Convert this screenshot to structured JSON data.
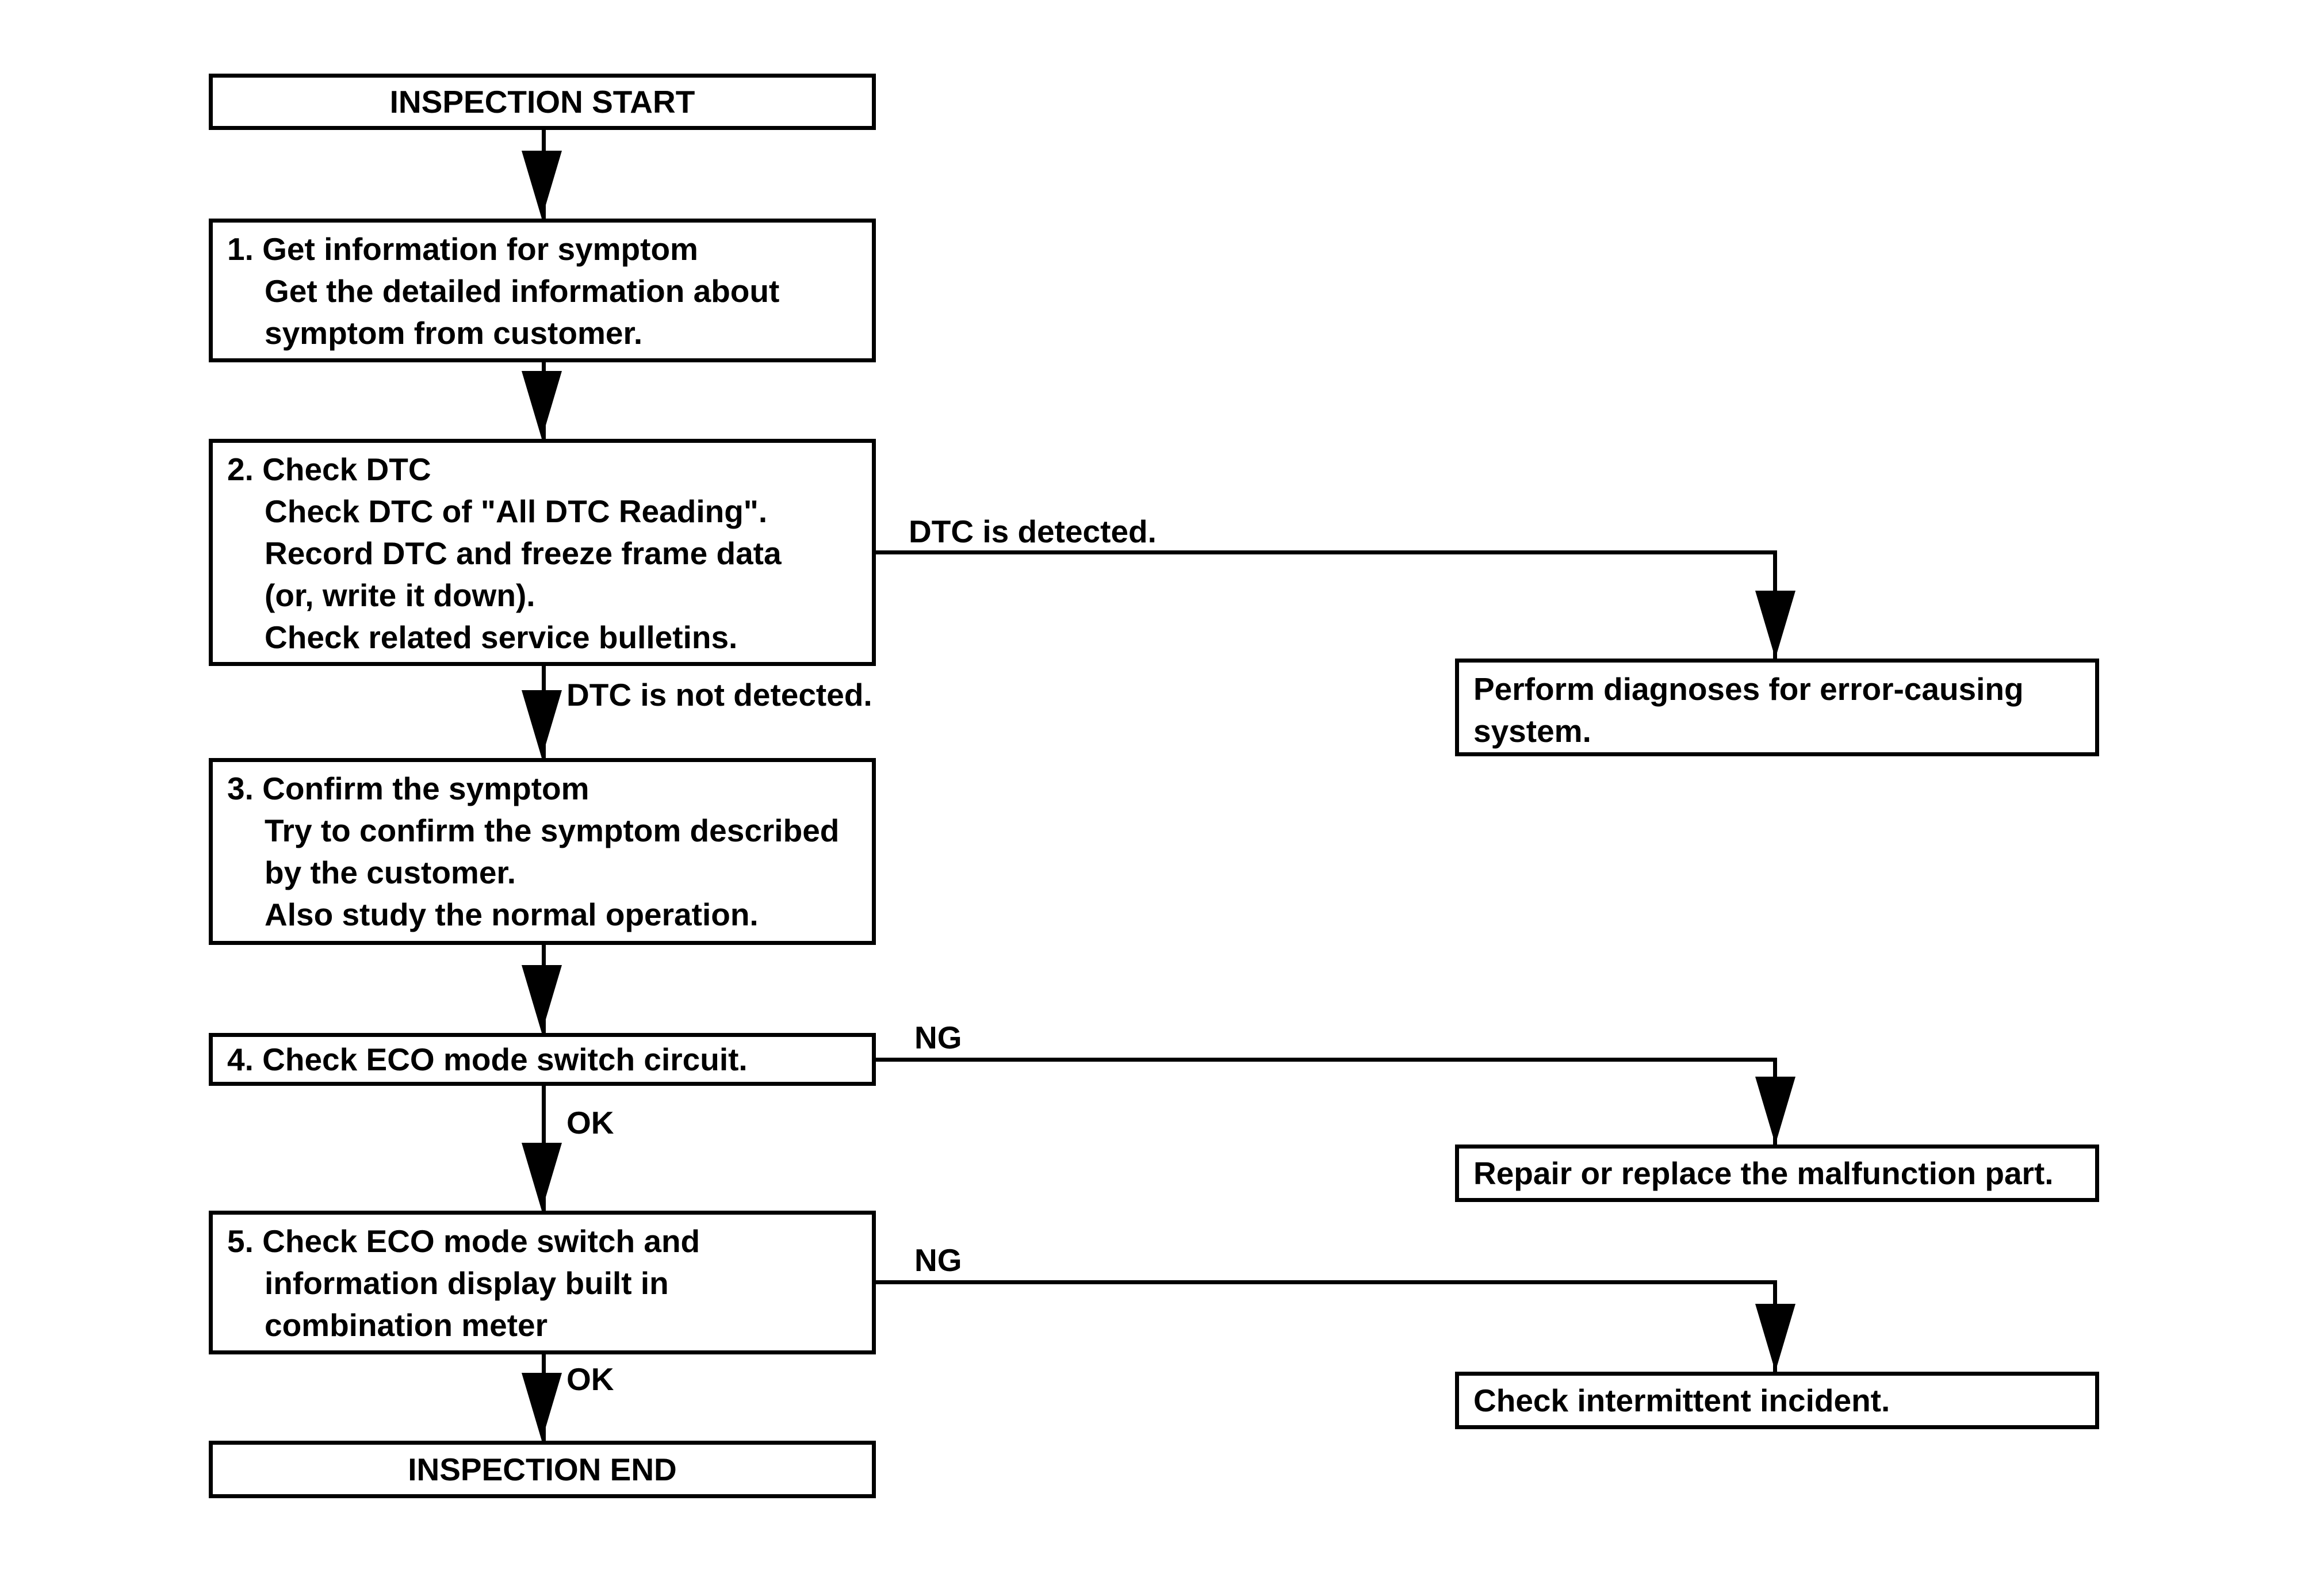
{
  "diagram": {
    "type": "flowchart",
    "nodes": {
      "start": {
        "label": "INSPECTION START"
      },
      "step1": {
        "lines": [
          "1. Get information for symptom",
          "Get the detailed information about",
          "symptom from customer."
        ]
      },
      "step2": {
        "lines": [
          "2. Check DTC",
          "Check DTC of \"All DTC Reading\".",
          "Record DTC and freeze frame data",
          "(or, write it down).",
          "Check related service bulletins."
        ]
      },
      "step3": {
        "lines": [
          "3. Confirm the symptom",
          "Try to confirm the symptom described",
          "by the customer.",
          "Also study the normal operation."
        ]
      },
      "step4": {
        "label": "4. Check ECO mode switch circuit."
      },
      "step5": {
        "lines": [
          "5. Check ECO mode switch and",
          "information display built in",
          "combination meter"
        ]
      },
      "end": {
        "label": "INSPECTION END"
      },
      "diagnose": {
        "lines": [
          "Perform diagnoses for error-causing",
          "system."
        ]
      },
      "repair": {
        "label": "Repair or replace the malfunction part."
      },
      "intermittent": {
        "label": "Check intermittent incident."
      }
    },
    "edge_labels": {
      "dtc_detected": "DTC is detected.",
      "dtc_not_detected": "DTC is not detected.",
      "ng1": "NG",
      "ok1": "OK",
      "ng2": "NG",
      "ok2": "OK"
    },
    "colors": {
      "line": "#000000",
      "background": "#ffffff",
      "text": "#000000"
    }
  }
}
